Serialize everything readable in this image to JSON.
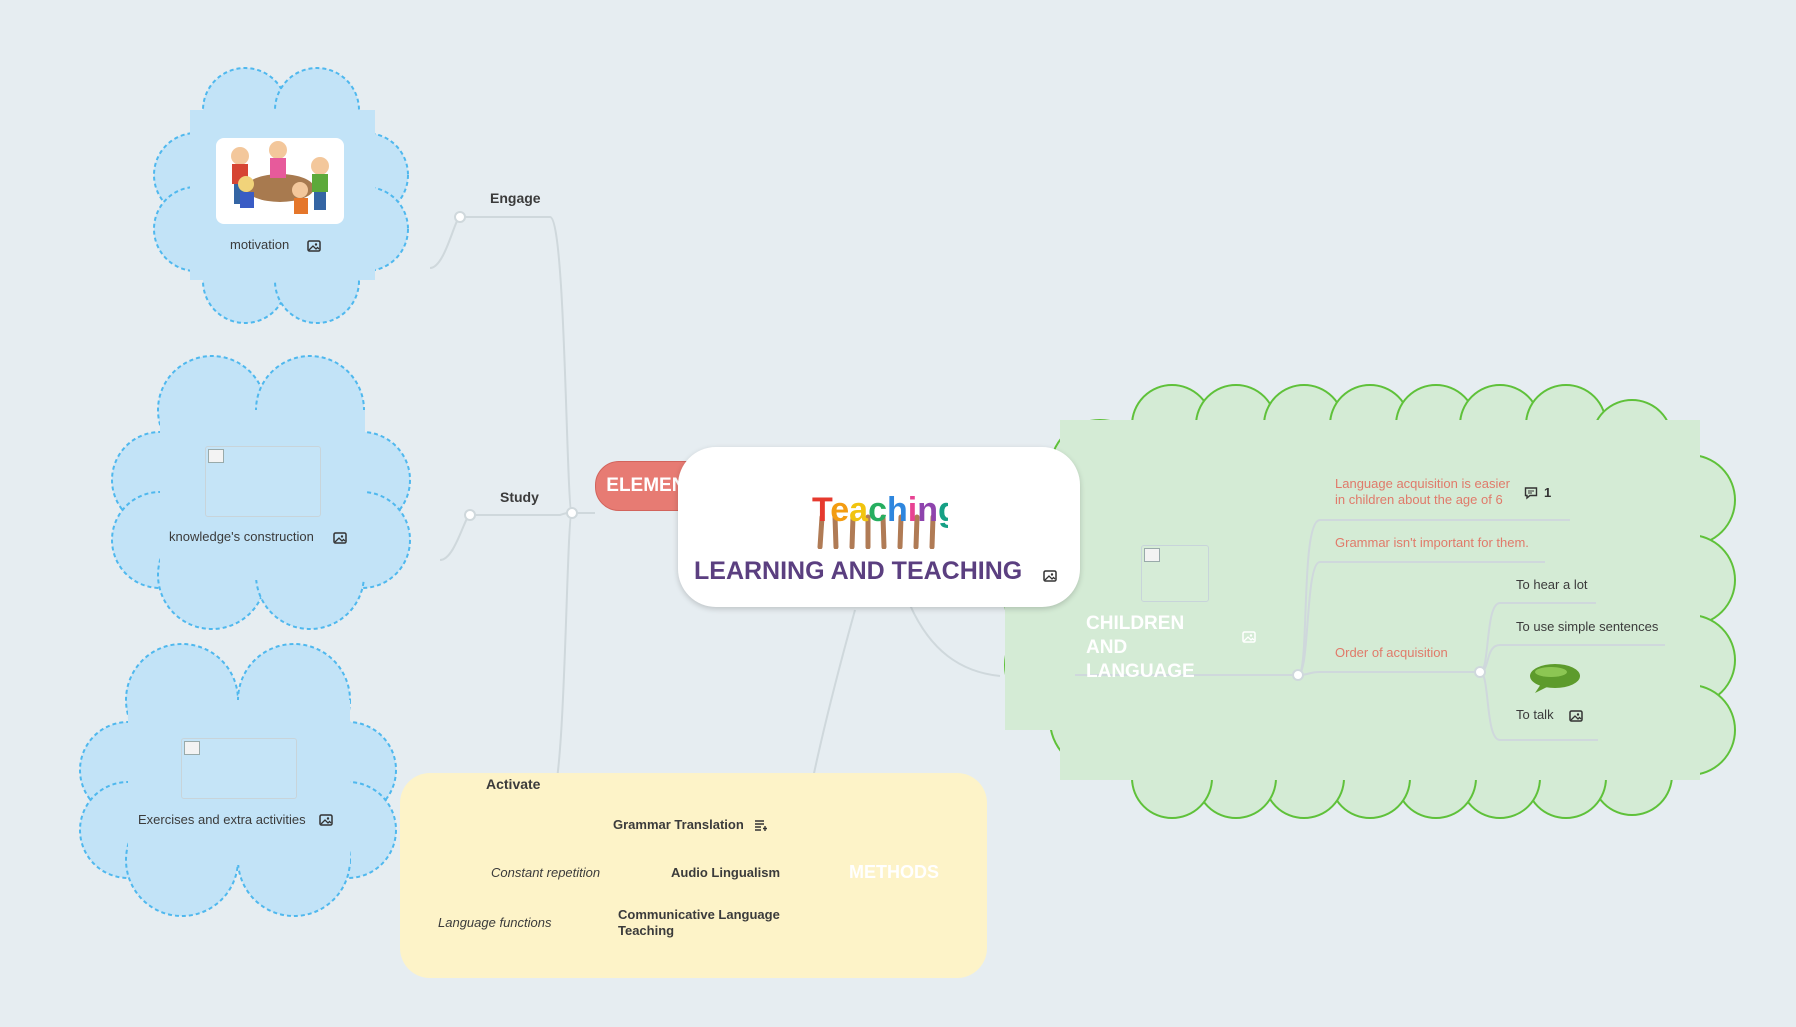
{
  "central": {
    "title": "LEARNING AND TEACHING",
    "logo_text": "Teaching"
  },
  "elements": {
    "label": "ELEMENTS",
    "branches": [
      {
        "label": "Engage",
        "leaf": "motivation"
      },
      {
        "label": "Study",
        "leaf": "knowledge's construction"
      },
      {
        "label": "Activate",
        "leaf": "Exercises and extra activities"
      }
    ]
  },
  "methods": {
    "label": "METHODS",
    "items": [
      {
        "label": "Grammar Translation",
        "note": ""
      },
      {
        "label": "Audio Lingualism",
        "note": "Constant repetition"
      },
      {
        "label": "Communicative Language Teaching",
        "note": "Language functions"
      }
    ]
  },
  "children": {
    "label": "CHILDREN AND LANGUAGE",
    "items": [
      {
        "label": "Language acquisition is easier in children about the age of 6",
        "comments": "1"
      },
      {
        "label": "Grammar isn't important for them."
      },
      {
        "label": "Order of acquisition",
        "sub": [
          "To hear a lot",
          "To use simple sentences",
          "To talk"
        ]
      }
    ]
  },
  "colors": {
    "background": "#e6edf1",
    "cloud_blue": "#c2e3f7",
    "cloud_blue_border": "#4fb8ee",
    "cloud_green": "#d4ebd5",
    "cloud_green_border": "#5fc13a",
    "methods_bg": "#fdf3c8",
    "elements_pill": "#e77b73",
    "central_title": "#5b3f80",
    "children_text": "#e07a6a"
  }
}
